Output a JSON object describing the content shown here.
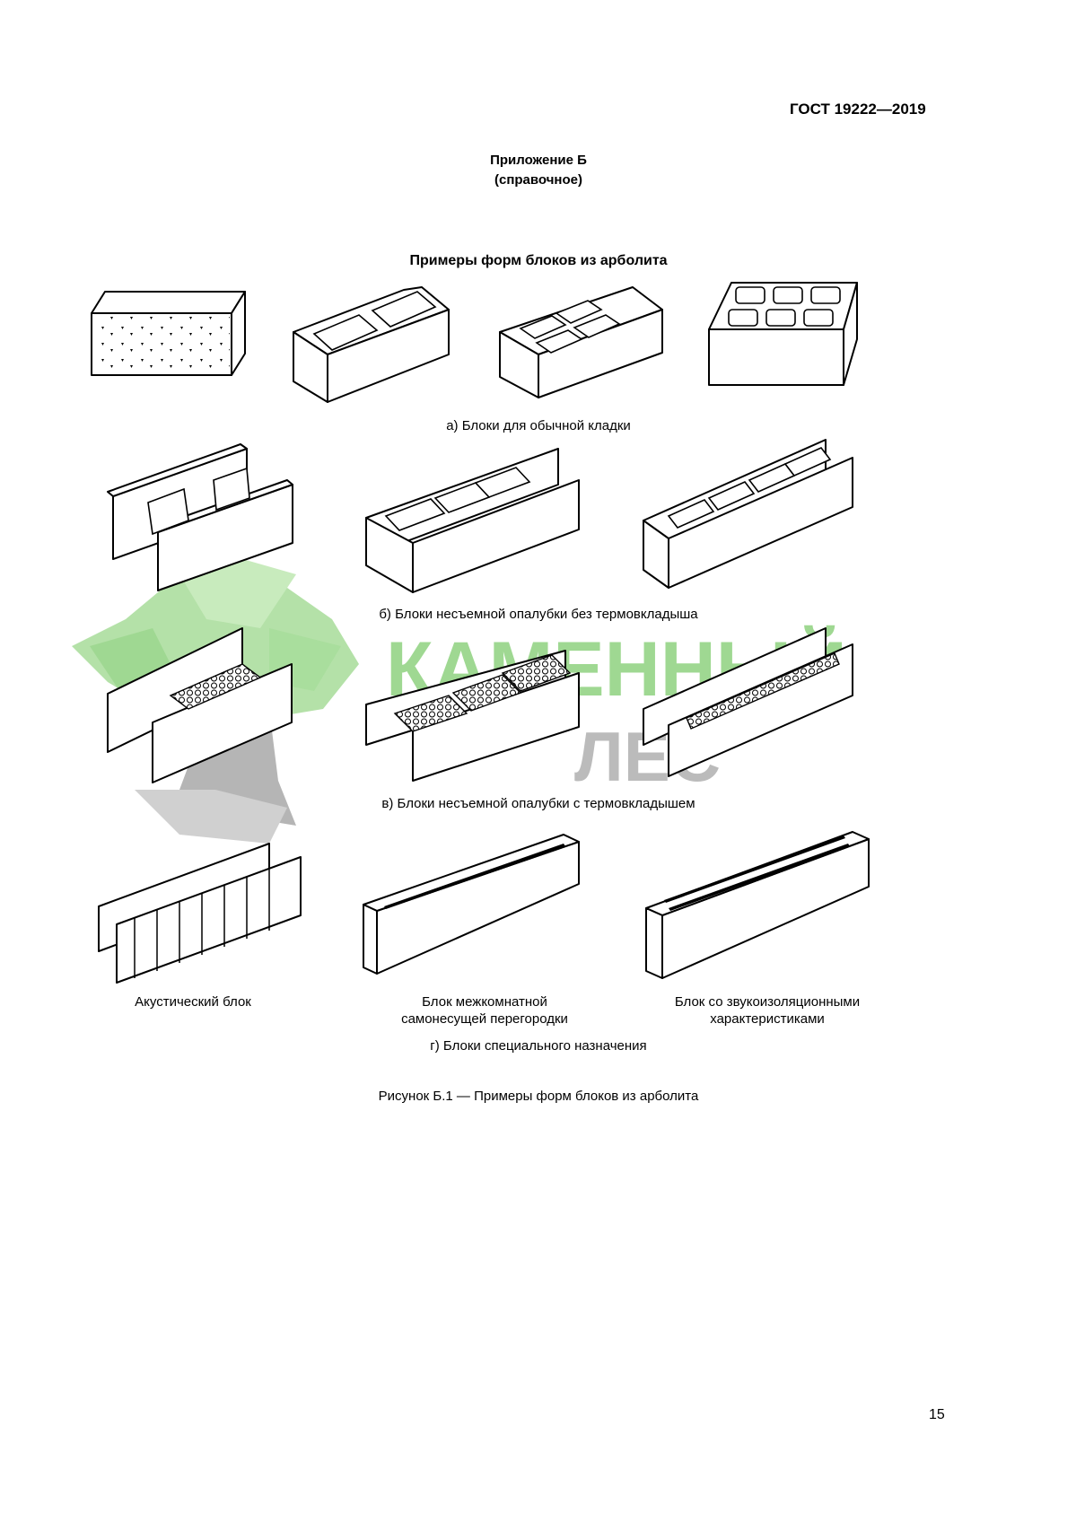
{
  "header": {
    "standard": "ГОСТ 19222—2019"
  },
  "appendix": {
    "title": "Приложение Б",
    "status": "(справочное)"
  },
  "figure_title": "Примеры форм блоков из арболита",
  "groups": {
    "a": "а) Блоки для обычной кладки",
    "b": "б) Блоки несъемной опалубки без термовкладыша",
    "v": "в) Блоки несъемной опалубки с термовкладышем",
    "g": "г) Блоки специального назначения"
  },
  "special_blocks": {
    "acoustic": "Акустический блок",
    "partition_line1": "Блок межкомнатной",
    "partition_line2": "самонесущей перегородки",
    "soundproof_line1": "Блок со звукоизоляционными",
    "soundproof_line2": "характеристиками"
  },
  "figure_caption": "Рисунок Б.1 — Примеры форм блоков из арболита",
  "watermark": {
    "line1": "КАМЕННЫЙ",
    "line2": "ЛЕС",
    "color_green": "#8fd27f",
    "color_gray": "#b0b0b0"
  },
  "page_number": "15"
}
